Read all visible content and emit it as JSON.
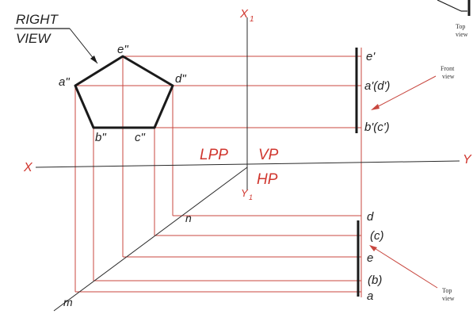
{
  "title": {
    "line1": "RIGHT",
    "line2": "VIEW"
  },
  "points_right_view": {
    "a": "a\"",
    "b": "b\"",
    "c": "c\"",
    "d": "d\"",
    "e": "e\""
  },
  "front_view_labels": {
    "e": "e'",
    "ad": "a'(d')",
    "bc": "b'(c')"
  },
  "top_view_labels": {
    "d": "d",
    "c": "(c)",
    "e": "e",
    "b": "(b)",
    "a": "a"
  },
  "axes": {
    "x": "X",
    "y": "Y",
    "x1": "X",
    "x1_sub": "1",
    "y1": "Y",
    "y1_sub": "1"
  },
  "planes": {
    "lpp": "LPP",
    "vp": "VP",
    "hp": "HP"
  },
  "miter_points": {
    "n": "n",
    "m": "m"
  },
  "annotations": {
    "front_view_1": "Front",
    "front_view_2": "view",
    "top_view_1": "Top",
    "top_view_2": "view",
    "corner_top_1": "Top",
    "corner_top_2": "view"
  },
  "colors": {
    "projection_line": "#c8473f",
    "ink": "#1a1a1a",
    "accent_red": "#d0372f"
  }
}
